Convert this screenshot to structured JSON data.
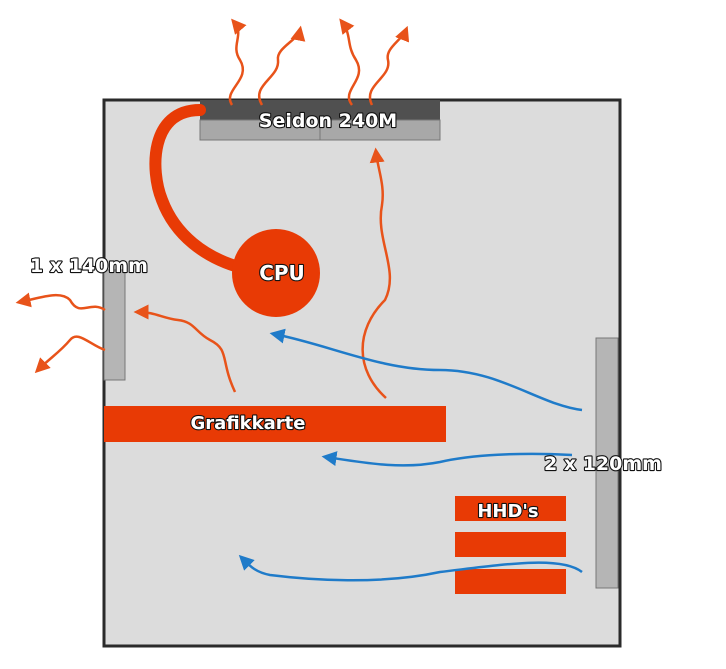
{
  "labels": {
    "radiator": "Seidon 240M",
    "cpu": "CPU",
    "rear_fan": "1 x 140mm",
    "gpu": "Grafikkarte",
    "front_fans": "2 x 120mm",
    "drives": "HHD's"
  },
  "colors": {
    "case_fill": "#dcdcdc",
    "case_border": "#2a2a2a",
    "component_red": "#e83a05",
    "hot_air": "#e8531a",
    "cool_air": "#1f7bc9",
    "fan_gray": "#b5b5b5",
    "radiator_dark": "#505050",
    "radiator_light": "#a8a8a8"
  },
  "legend": {
    "hot_air_icon": "wavy-arrow-orange",
    "cool_air_icon": "wavy-arrow-blue"
  }
}
